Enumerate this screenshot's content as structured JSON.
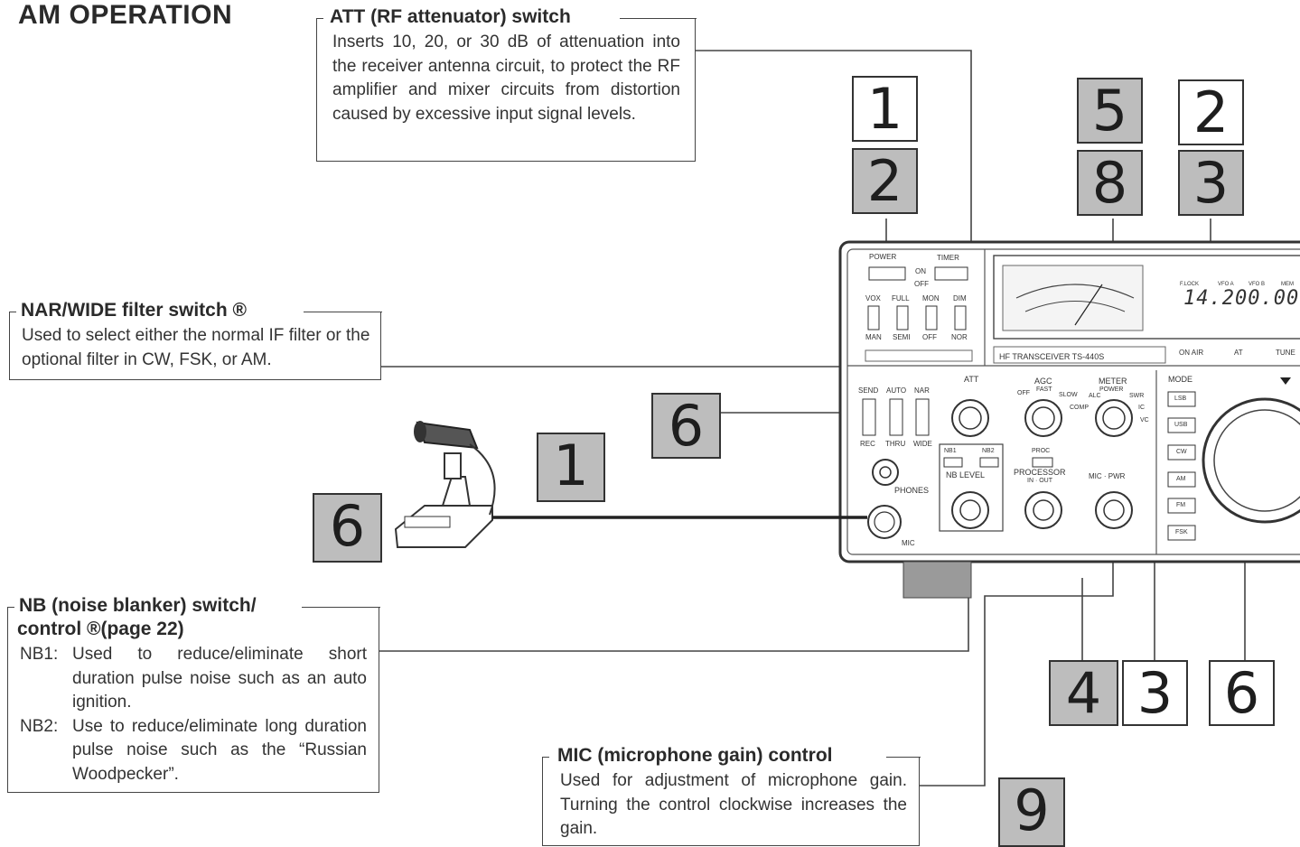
{
  "page_title": "AM OPERATION",
  "att": {
    "heading": "ATT (RF attenuator) switch",
    "body": "Inserts 10, 20, or 30 dB of attenuation into the receiver antenna circuit, to protect the RF amplifier and mixer circuits from distortion caused by excessive input signal levels."
  },
  "nar": {
    "heading": "NAR/WIDE filter switch ®",
    "body": "Used to select either the normal IF filter or the optional filter in CW, FSK, or AM."
  },
  "nb": {
    "heading_line1": "NB (noise blanker) switch/",
    "heading_line2": "control ®(page 22)",
    "nb1_label": "NB1:",
    "nb1_text": "Used to reduce/eliminate short duration pulse noise such as an auto ignition.",
    "nb2_label": "NB2:",
    "nb2_text": "Use to reduce/eliminate long duration pulse noise such as the “Russian Woodpecker”."
  },
  "mic": {
    "heading": "MIC (microphone gain) control",
    "body": "Used for adjustment of microphone gain. Turning the control clockwise increases the gain."
  },
  "steps": {
    "s1_top": "1",
    "s2_top": "2",
    "s5": "5",
    "s2_right": "2",
    "s8": "8",
    "s3_right": "3",
    "s6_mid": "6",
    "s1_mic": "1",
    "s6_mic": "6",
    "s4": "4",
    "s3_bottom": "3",
    "s6_bottom": "6",
    "s9": "9"
  },
  "radio": {
    "power": "POWER",
    "timer": "TIMER",
    "on": "ON",
    "off": "OFF",
    "vox": "VOX",
    "full": "FULL",
    "mon": "MON",
    "dim": "DIM",
    "man": "MAN",
    "semi": "SEMI",
    "off2": "OFF",
    "nor": "NOR",
    "model": "HF TRANSCEIVER  TS-440S",
    "freq": "14.200.00",
    "flock": "F.LOCK",
    "vfoa": "VFO A",
    "vfob": "VFO B",
    "mem": "MEM",
    "on_air": "ON AIR",
    "at": "AT",
    "tune": "TUNE",
    "send": "SEND",
    "auto": "AUTO",
    "nar_sw": "NAR",
    "rec": "REC",
    "thru": "THRU",
    "wide": "WIDE",
    "att": "ATT",
    "agc": "AGC",
    "agc_off": "OFF",
    "agc_fast": "FAST",
    "agc_slow": "SLOW",
    "meter": "METER",
    "meter_power": "POWER",
    "alc": "ALC",
    "swr": "SWR",
    "comp": "COMP",
    "ic": "IC",
    "vc": "VC",
    "nb1": "NB1",
    "nb2": "NB2",
    "nb_level": "NB LEVEL",
    "proc": "PROC",
    "processor": "PROCESSOR",
    "in_out": "IN · OUT",
    "mic_pwr": "MIC · PWR",
    "phones": "PHONES",
    "mic": "MIC",
    "mode": "MODE",
    "lsb": "LSB",
    "usb": "USB",
    "cw": "CW",
    "am": "AM",
    "fm": "FM",
    "fsk": "FSK"
  }
}
